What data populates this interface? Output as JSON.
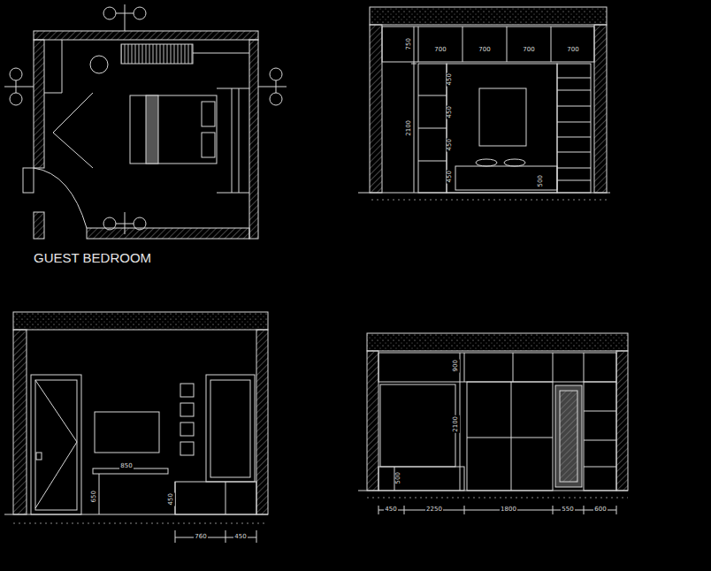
{
  "diagram": {
    "title": "GUEST BEDROOM",
    "labels": [
      "700",
      "700",
      "700",
      "700",
      "750",
      "2100",
      "450",
      "450",
      "450",
      "450",
      "500",
      "850",
      "650",
      "450",
      "760",
      "450",
      "900",
      "2100",
      "500",
      "450",
      "2250",
      "1800",
      "550",
      "600"
    ]
  }
}
